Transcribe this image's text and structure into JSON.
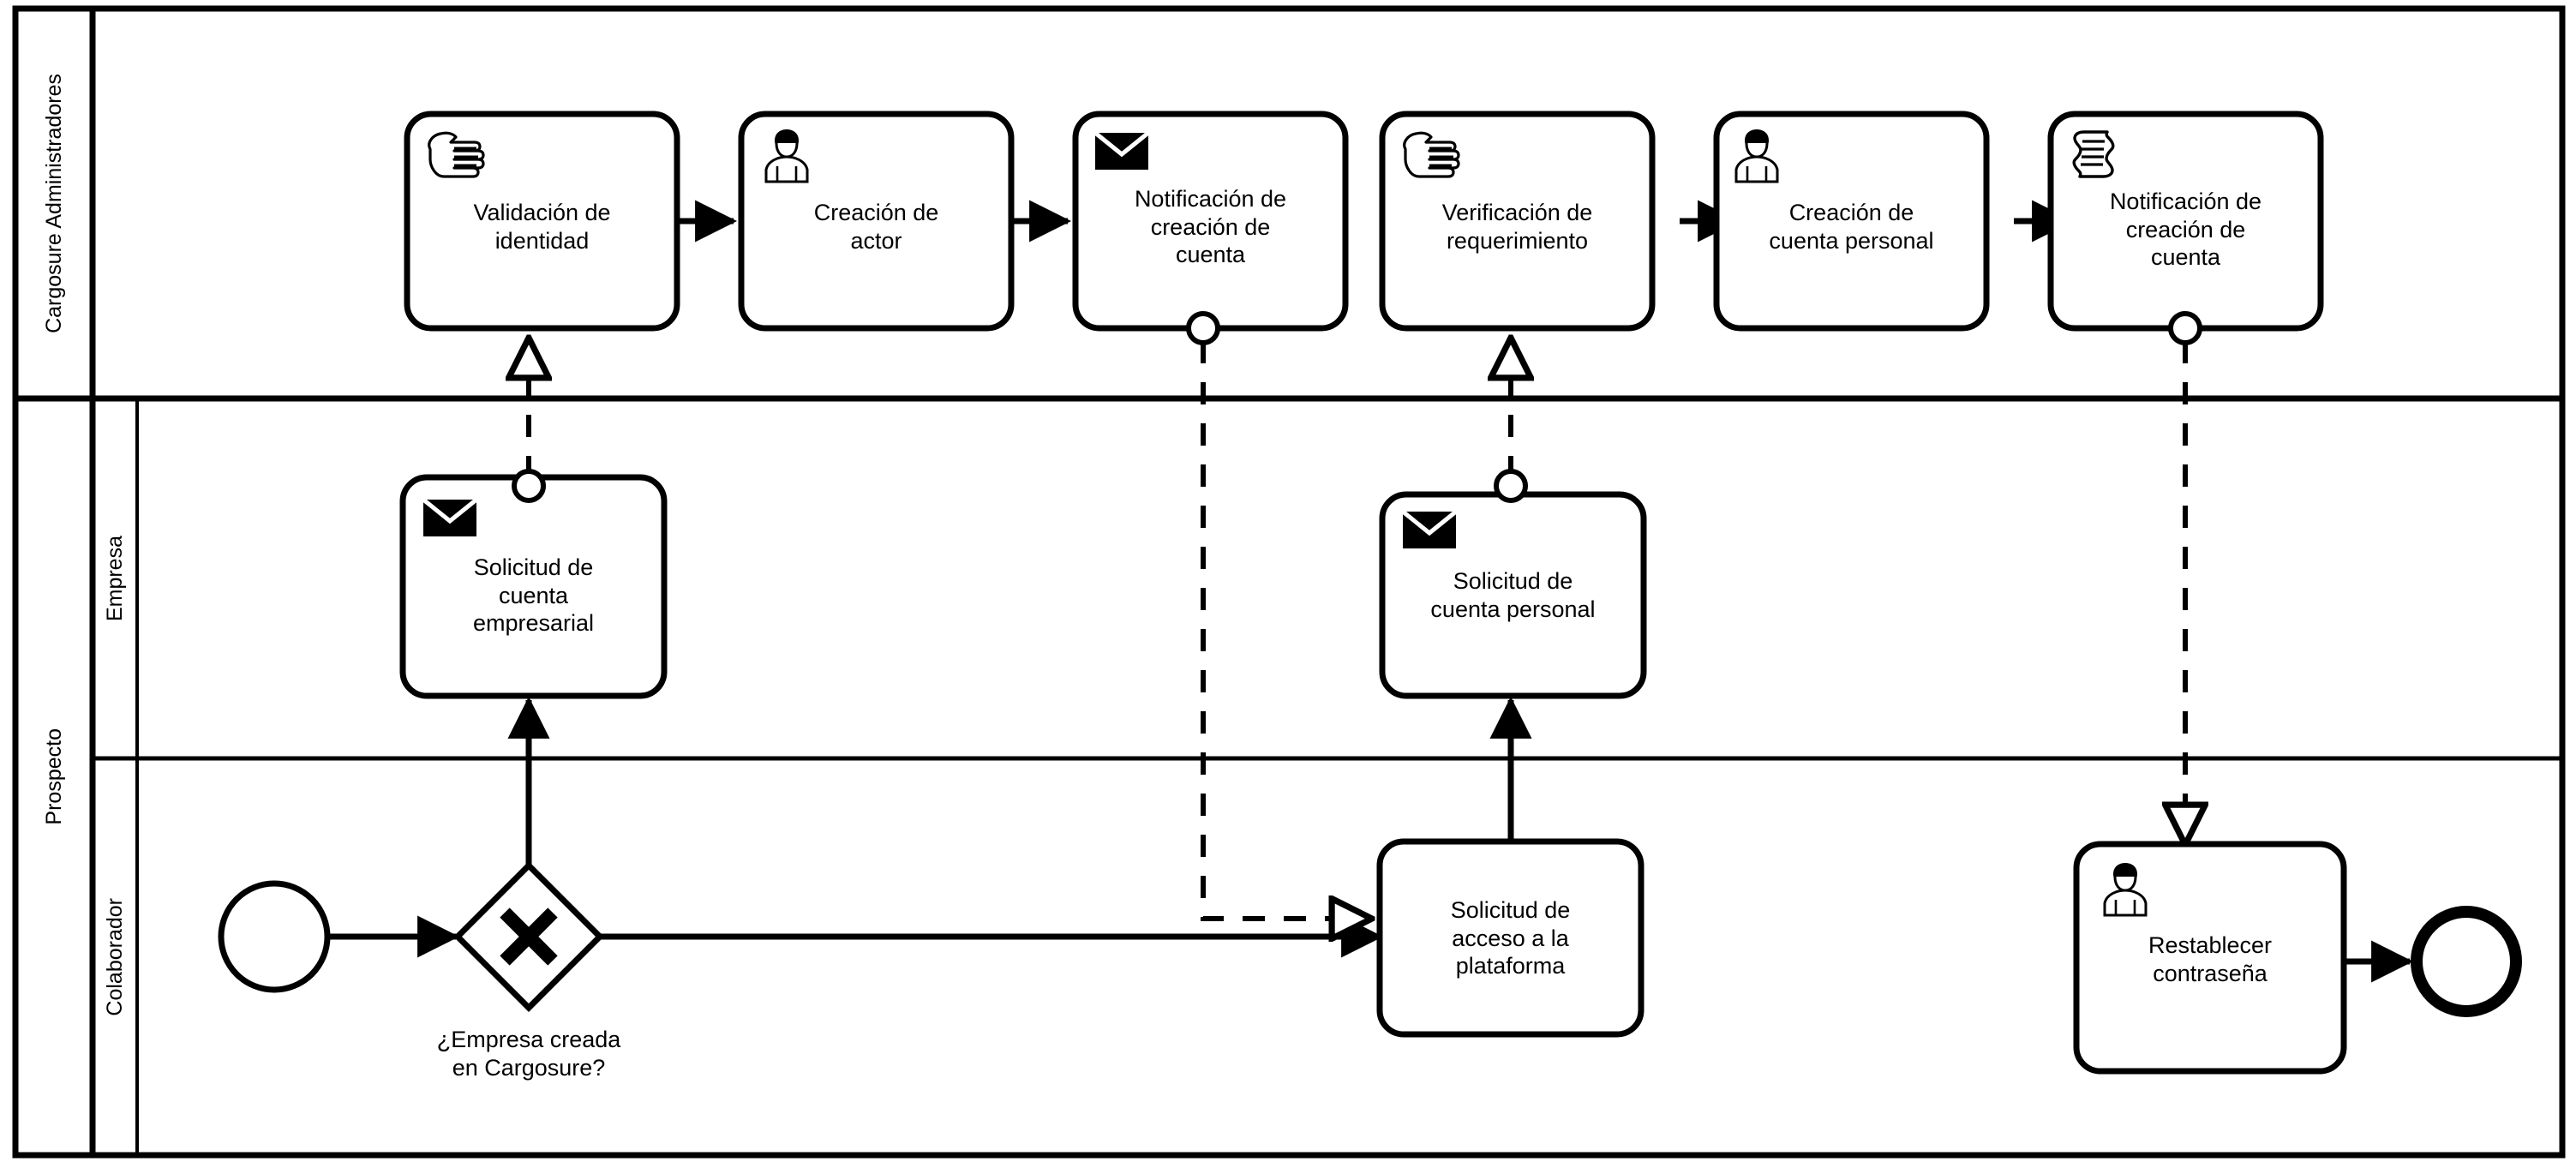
{
  "diagram": {
    "type": "bpmn-collaboration-diagram",
    "pools": [
      {
        "name": "Cargosure Administradores",
        "lanes": []
      },
      {
        "name": "Prospecto",
        "lanes": [
          "Empresa",
          "Colaborador"
        ]
      }
    ]
  },
  "lanes": {
    "admin": "Cargosure Administradores",
    "prospecto": "Prospecto",
    "empresa": "Empresa",
    "colaborador": "Colaborador"
  },
  "tasks": {
    "validacion_identidad": {
      "label": "Validación de\nidentidad",
      "icon": "manual-task-hand-icon",
      "lane": "Cargosure Administradores"
    },
    "creacion_actor": {
      "label": "Creación de\nactor",
      "icon": "user-task-person-icon",
      "lane": "Cargosure Administradores"
    },
    "notificacion_creacion_cuenta_1": {
      "label": "Notificación de\ncreación de\ncuenta",
      "icon": "send-task-envelope-icon",
      "lane": "Cargosure Administradores"
    },
    "verificacion_requerimiento": {
      "label": "Verificación de\nrequerimiento",
      "icon": "manual-task-hand-icon",
      "lane": "Cargosure Administradores"
    },
    "creacion_cuenta_personal": {
      "label": "Creación de\ncuenta personal",
      "icon": "user-task-person-icon",
      "lane": "Cargosure Administradores"
    },
    "notificacion_creacion_cuenta_2": {
      "label": "Notificación de\ncreación de\ncuenta",
      "icon": "script-task-scroll-icon",
      "lane": "Cargosure Administradores"
    },
    "solicitud_cuenta_empresarial": {
      "label": "Solicitud de\ncuenta\nempresarial",
      "icon": "send-task-envelope-icon",
      "lane": "Empresa"
    },
    "solicitud_cuenta_personal": {
      "label": "Solicitud de\ncuenta personal",
      "icon": "send-task-envelope-icon",
      "lane": "Empresa"
    },
    "solicitud_acceso_plataforma": {
      "label": "Solicitud de\nacceso a la\nplataforma",
      "icon": "none",
      "lane": "Colaborador"
    },
    "restablecer_contrasena": {
      "label": "Restablecer\ncontraseña",
      "icon": "user-task-person-icon",
      "lane": "Colaborador"
    }
  },
  "gateways": {
    "empresa_creada": {
      "label": "¿Empresa creada\nen Cargosure?",
      "symbol": "X",
      "kind": "exclusive-gateway"
    }
  },
  "events": {
    "start": {
      "kind": "start-event",
      "label": ""
    },
    "end": {
      "kind": "end-event",
      "label": ""
    }
  },
  "colors": {
    "stroke": "#000000",
    "fill": "#ffffff",
    "background": "#ffffff"
  }
}
